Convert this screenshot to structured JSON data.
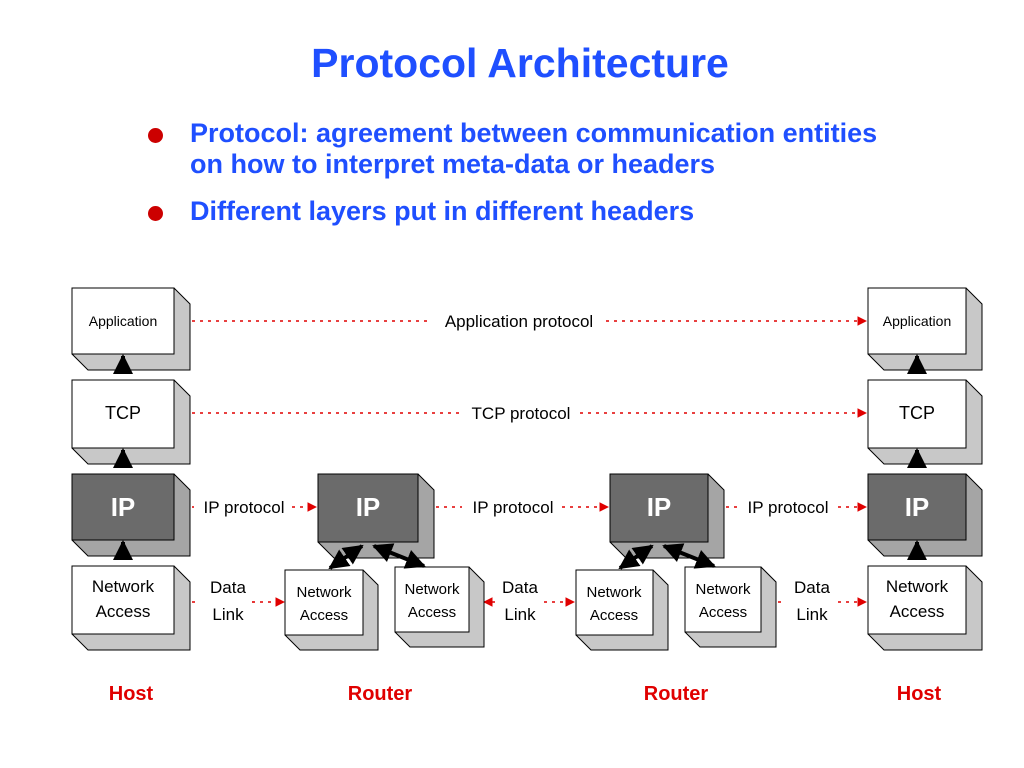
{
  "slide": {
    "title": "Protocol Architecture",
    "bullets": [
      {
        "line1": "Protocol:  agreement between communication entities",
        "line2": "on how to interpret meta-data or headers"
      },
      {
        "line1": "Different layers put in different headers",
        "line2": ""
      }
    ]
  },
  "diagram": {
    "layers": {
      "application": "Application",
      "tcp": "TCP",
      "ip": "IP",
      "network_access_line1": "Network",
      "network_access_line2": "Access"
    },
    "protocols": {
      "application": "Application protocol",
      "tcp": "TCP protocol",
      "ip": "IP protocol",
      "data_link_line1": "Data",
      "data_link_line2": "Link"
    },
    "nodes": {
      "host": "Host",
      "router": "Router"
    },
    "colors": {
      "box_fill": "#ffffff",
      "ip_fill": "#6b6b6b",
      "side_fill": "#c8c8c8",
      "arrow_red": "#e00000",
      "node_label": "#e00000"
    }
  }
}
